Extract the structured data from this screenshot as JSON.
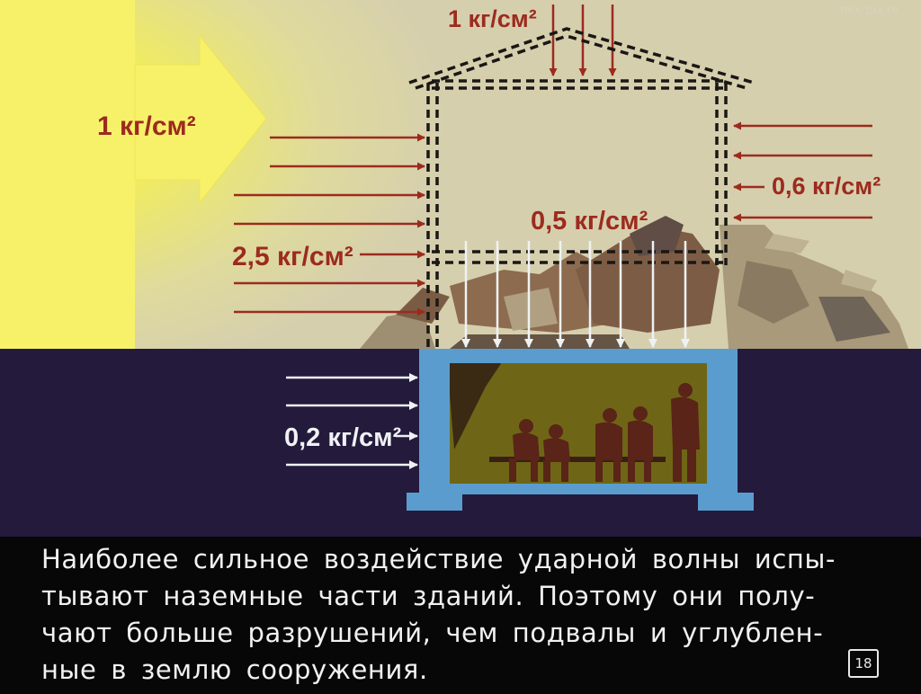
{
  "labels": {
    "roof_pressure": "1 кг/см²",
    "wave_pressure": "1 кг/см²",
    "front_wall_pressure": "2,5 кг/см²",
    "rear_wall_pressure": "0,6 кг/см²",
    "floor_pressure": "0,5 кг/см²",
    "underground_pressure": "0,2 кг/см²"
  },
  "caption": {
    "lines": [
      "Наиболее сильное воздействие ударной волны испы-",
      "тывают наземные части зданий. Поэтому они полу-",
      "чают больше разрушений, чем подвалы и углублен-",
      "ные в землю сооружения."
    ]
  },
  "frame_number": "18",
  "watermark": "mix-pix.ru",
  "colors": {
    "sky": "#d6cfae",
    "ground": "#241a3c",
    "blast_glow": "#f2ee5a",
    "pressure_arrows": "#9c2b1e",
    "shelter_walls": "#5b9cce",
    "shelter_interior": "#6e6616",
    "light_arrows": "#eef2f4"
  }
}
